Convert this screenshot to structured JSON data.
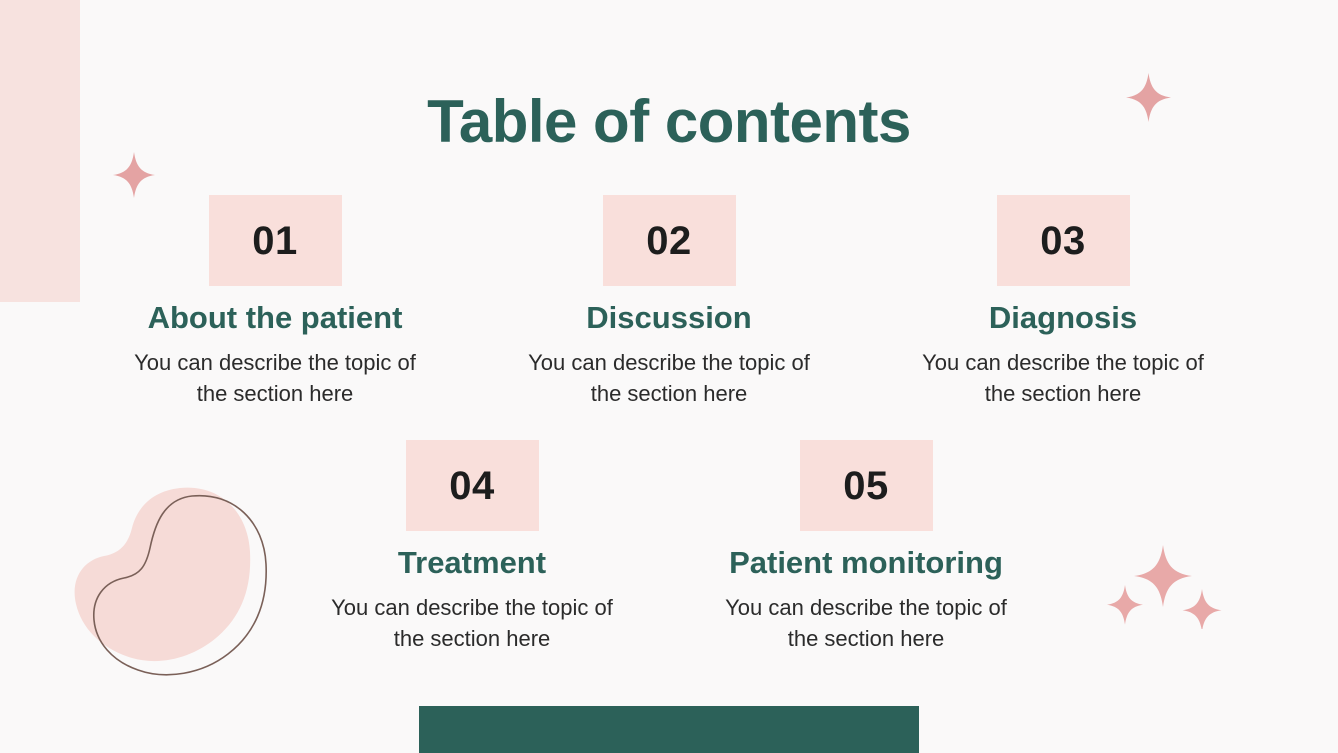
{
  "slide": {
    "title": "Table of contents",
    "colors": {
      "background": "#faf9f9",
      "teal": "#2c6159",
      "pink_box": "#f9dfdb",
      "pink_soft": "#f7e2df",
      "sparkle_pink": "#e8a7a6",
      "blob_fill": "#f7dcd8",
      "blob_outline": "#7a6058",
      "number_text": "#1d1d1d",
      "body_text": "#2b2b2b"
    },
    "sections": [
      {
        "number": "01",
        "heading": "About the patient",
        "description": "You can describe the topic of the section here"
      },
      {
        "number": "02",
        "heading": "Discussion",
        "description": "You can describe the topic of the section here"
      },
      {
        "number": "03",
        "heading": "Diagnosis",
        "description": "You can describe the topic of the section here"
      },
      {
        "number": "04",
        "heading": "Treatment",
        "description": "You can describe the topic of the section here"
      },
      {
        "number": "05",
        "heading": "Patient monitoring",
        "description": "You can describe the topic of the section here"
      }
    ],
    "decorations": [
      {
        "name": "pink-rectangle-left",
        "shape": "rectangle"
      },
      {
        "name": "sparkle-top-left",
        "shape": "four-point-star"
      },
      {
        "name": "sparkle-top-right",
        "shape": "four-point-star"
      },
      {
        "name": "sparkle-cluster-bottom-right",
        "shape": "three-four-point-stars"
      },
      {
        "name": "organic-blob-bottom-left",
        "shape": "blob-with-outline"
      },
      {
        "name": "teal-bar-bottom",
        "shape": "rectangle"
      }
    ]
  }
}
